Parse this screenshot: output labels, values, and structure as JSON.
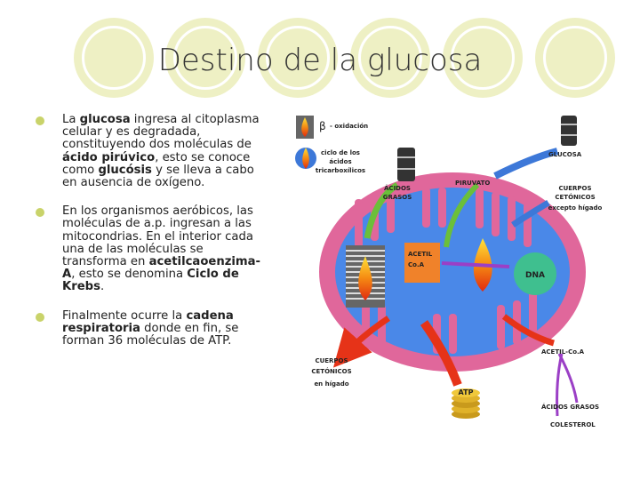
{
  "slide": {
    "title": "Destino de la glucosa",
    "bullets": [
      {
        "parts": [
          {
            "text": "La ",
            "bold": false
          },
          {
            "text": "glucosa",
            "bold": true
          },
          {
            "text": " ingresa al citoplasma celular y es degradada, constituyendo dos moléculas de ",
            "bold": false
          },
          {
            "text": "ácido pirúvico",
            "bold": true
          },
          {
            "text": ", esto se conoce como ",
            "bold": false
          },
          {
            "text": "glucósis",
            "bold": true
          },
          {
            "text": " y se lleva a cabo en ausencia de oxígeno.",
            "bold": false
          }
        ]
      },
      {
        "parts": [
          {
            "text": "En los organismos aeróbicos, las moléculas de a.p. ingresan a las mitocondrias. En el interior cada una de las moléculas se transforma en ",
            "bold": false
          },
          {
            "text": "acetilcaoenzima-A",
            "bold": true
          },
          {
            "text": ", esto se denomina ",
            "bold": false
          },
          {
            "text": "Ciclo de Krebs",
            "bold": true
          },
          {
            "text": ".",
            "bold": false
          }
        ]
      },
      {
        "parts": [
          {
            "text": "Finalmente ocurre la ",
            "bold": false
          },
          {
            "text": "cadena respiratoria",
            "bold": true
          },
          {
            "text": " donde en fin, se forman 36 moléculas de ATP.",
            "bold": false
          }
        ]
      }
    ]
  },
  "diagram": {
    "labels": {
      "beta_oxidation": "- oxidación",
      "beta_symbol": "β",
      "krebs_1": "ciclo de los",
      "krebs_2": "ácidos",
      "krebs_3": "tricarboxílicos",
      "glucosa": "GLUCOSA",
      "piruvato": "PIRUVATO",
      "acidos_grasos_1": "ÁCIDOS",
      "acidos_grasos_2": "GRASOS",
      "cuerpos_cetonicos_1": "CUERPOS",
      "cuerpos_cetonicos_2": "CETÓNICOS",
      "cuerpos_cetonicos_3": "excepto hígado",
      "acetil_coa_1": "ACETIL",
      "acetil_coa_2": "Co.A",
      "dna": "DNA",
      "acetil_coa_right": "ACETIL-Co.A",
      "cuerpos_higado_1": "CUERPOS",
      "cuerpos_higado_2": "CETÓNICOS",
      "cuerpos_higado_3": "en hígado",
      "atp": "ATP",
      "acidos_grasos_bottom": "ÁCIDOS GRASOS",
      "colesterol": "COLESTEROL"
    },
    "colors": {
      "membrane": "#e0679b",
      "matrix": "#4a88e8",
      "acetil_box": "#f0822a",
      "dna": "#3fbf8f",
      "arrow_red": "#e63318",
      "arrow_green": "#6bbf3a",
      "arrow_blue": "#3d78d8",
      "arrow_purple": "#9b3fc6"
    }
  }
}
